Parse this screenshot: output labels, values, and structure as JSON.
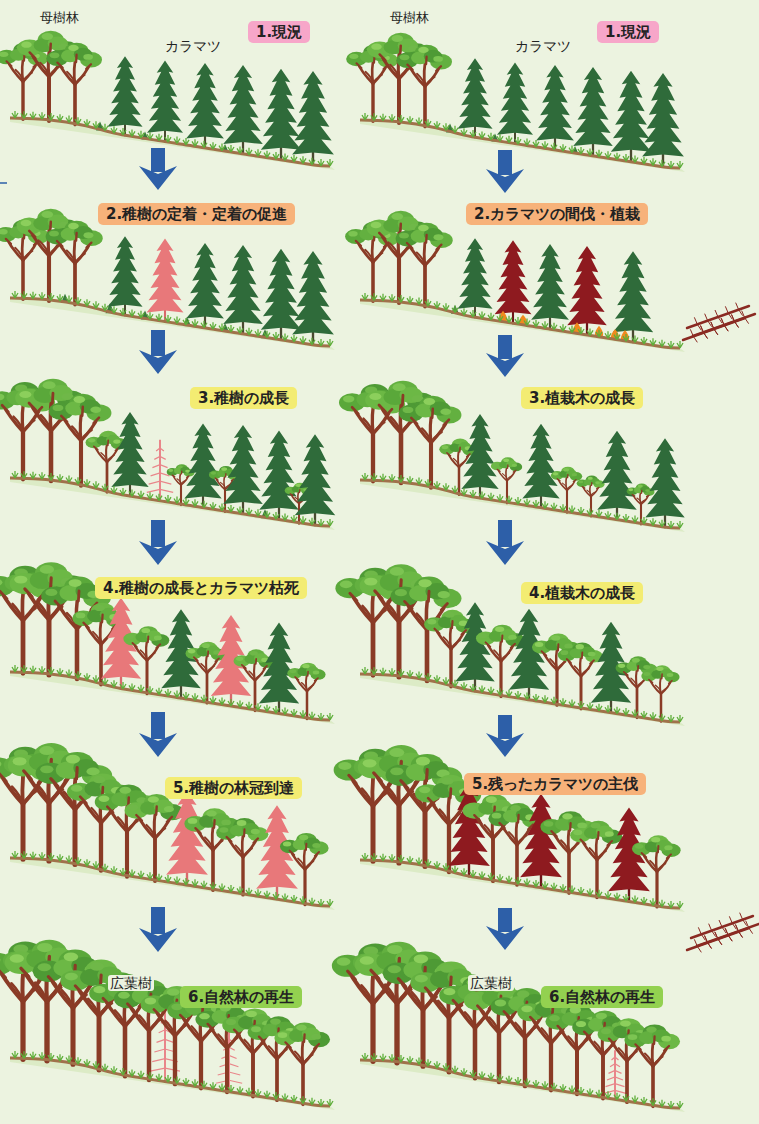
{
  "diagram": {
    "nodes": [
      {
        "text": [
          "1.現況"
        ]
      },
      {
        "text": [
          "2.稚樹の定着・定着の促進"
        ]
      },
      {
        "text": [
          "3.稚樹の成長"
        ]
      },
      {
        "text": [
          "4.稚樹の成長とカラマツ枯死"
        ]
      },
      {
        "text": [
          "5.稚樹の林冠到達"
        ]
      },
      {
        "text": [
          "6.自然林の再生"
        ]
      },
      {
        "text": [
          "1.現況"
        ]
      },
      {
        "text": [
          "2.カラマツの間伐・植栽"
        ]
      },
      {
        "text": [
          "3.植栽木の成長"
        ]
      },
      {
        "text": [
          "4.植栽木の成長"
        ]
      },
      {
        "text": [
          "5.残ったカラマツの主伐"
        ]
      },
      {
        "text": [
          "6.自然林の再生"
        ]
      }
    ],
    "edges": [
      {
        "from": 0,
        "to": 1,
        "arrow": "to"
      },
      {
        "from": 1,
        "to": 2,
        "arrow": "to"
      },
      {
        "from": 2,
        "to": 3,
        "arrow": "to"
      },
      {
        "from": 3,
        "to": 4,
        "arrow": "to"
      },
      {
        "from": 4,
        "to": 5,
        "arrow": "to"
      },
      {
        "from": 6,
        "to": 7,
        "arrow": "to"
      },
      {
        "from": 7,
        "to": 8,
        "arrow": "to"
      },
      {
        "from": 8,
        "to": 9,
        "arrow": "to"
      },
      {
        "from": 9,
        "to": 10,
        "arrow": "to"
      },
      {
        "from": 10,
        "to": 11,
        "arrow": "to"
      }
    ],
    "labels": [
      "母樹林",
      "カラマツ",
      "母樹林",
      "カラマツ",
      "広葉樹",
      "広葉樹"
    ]
  }
}
